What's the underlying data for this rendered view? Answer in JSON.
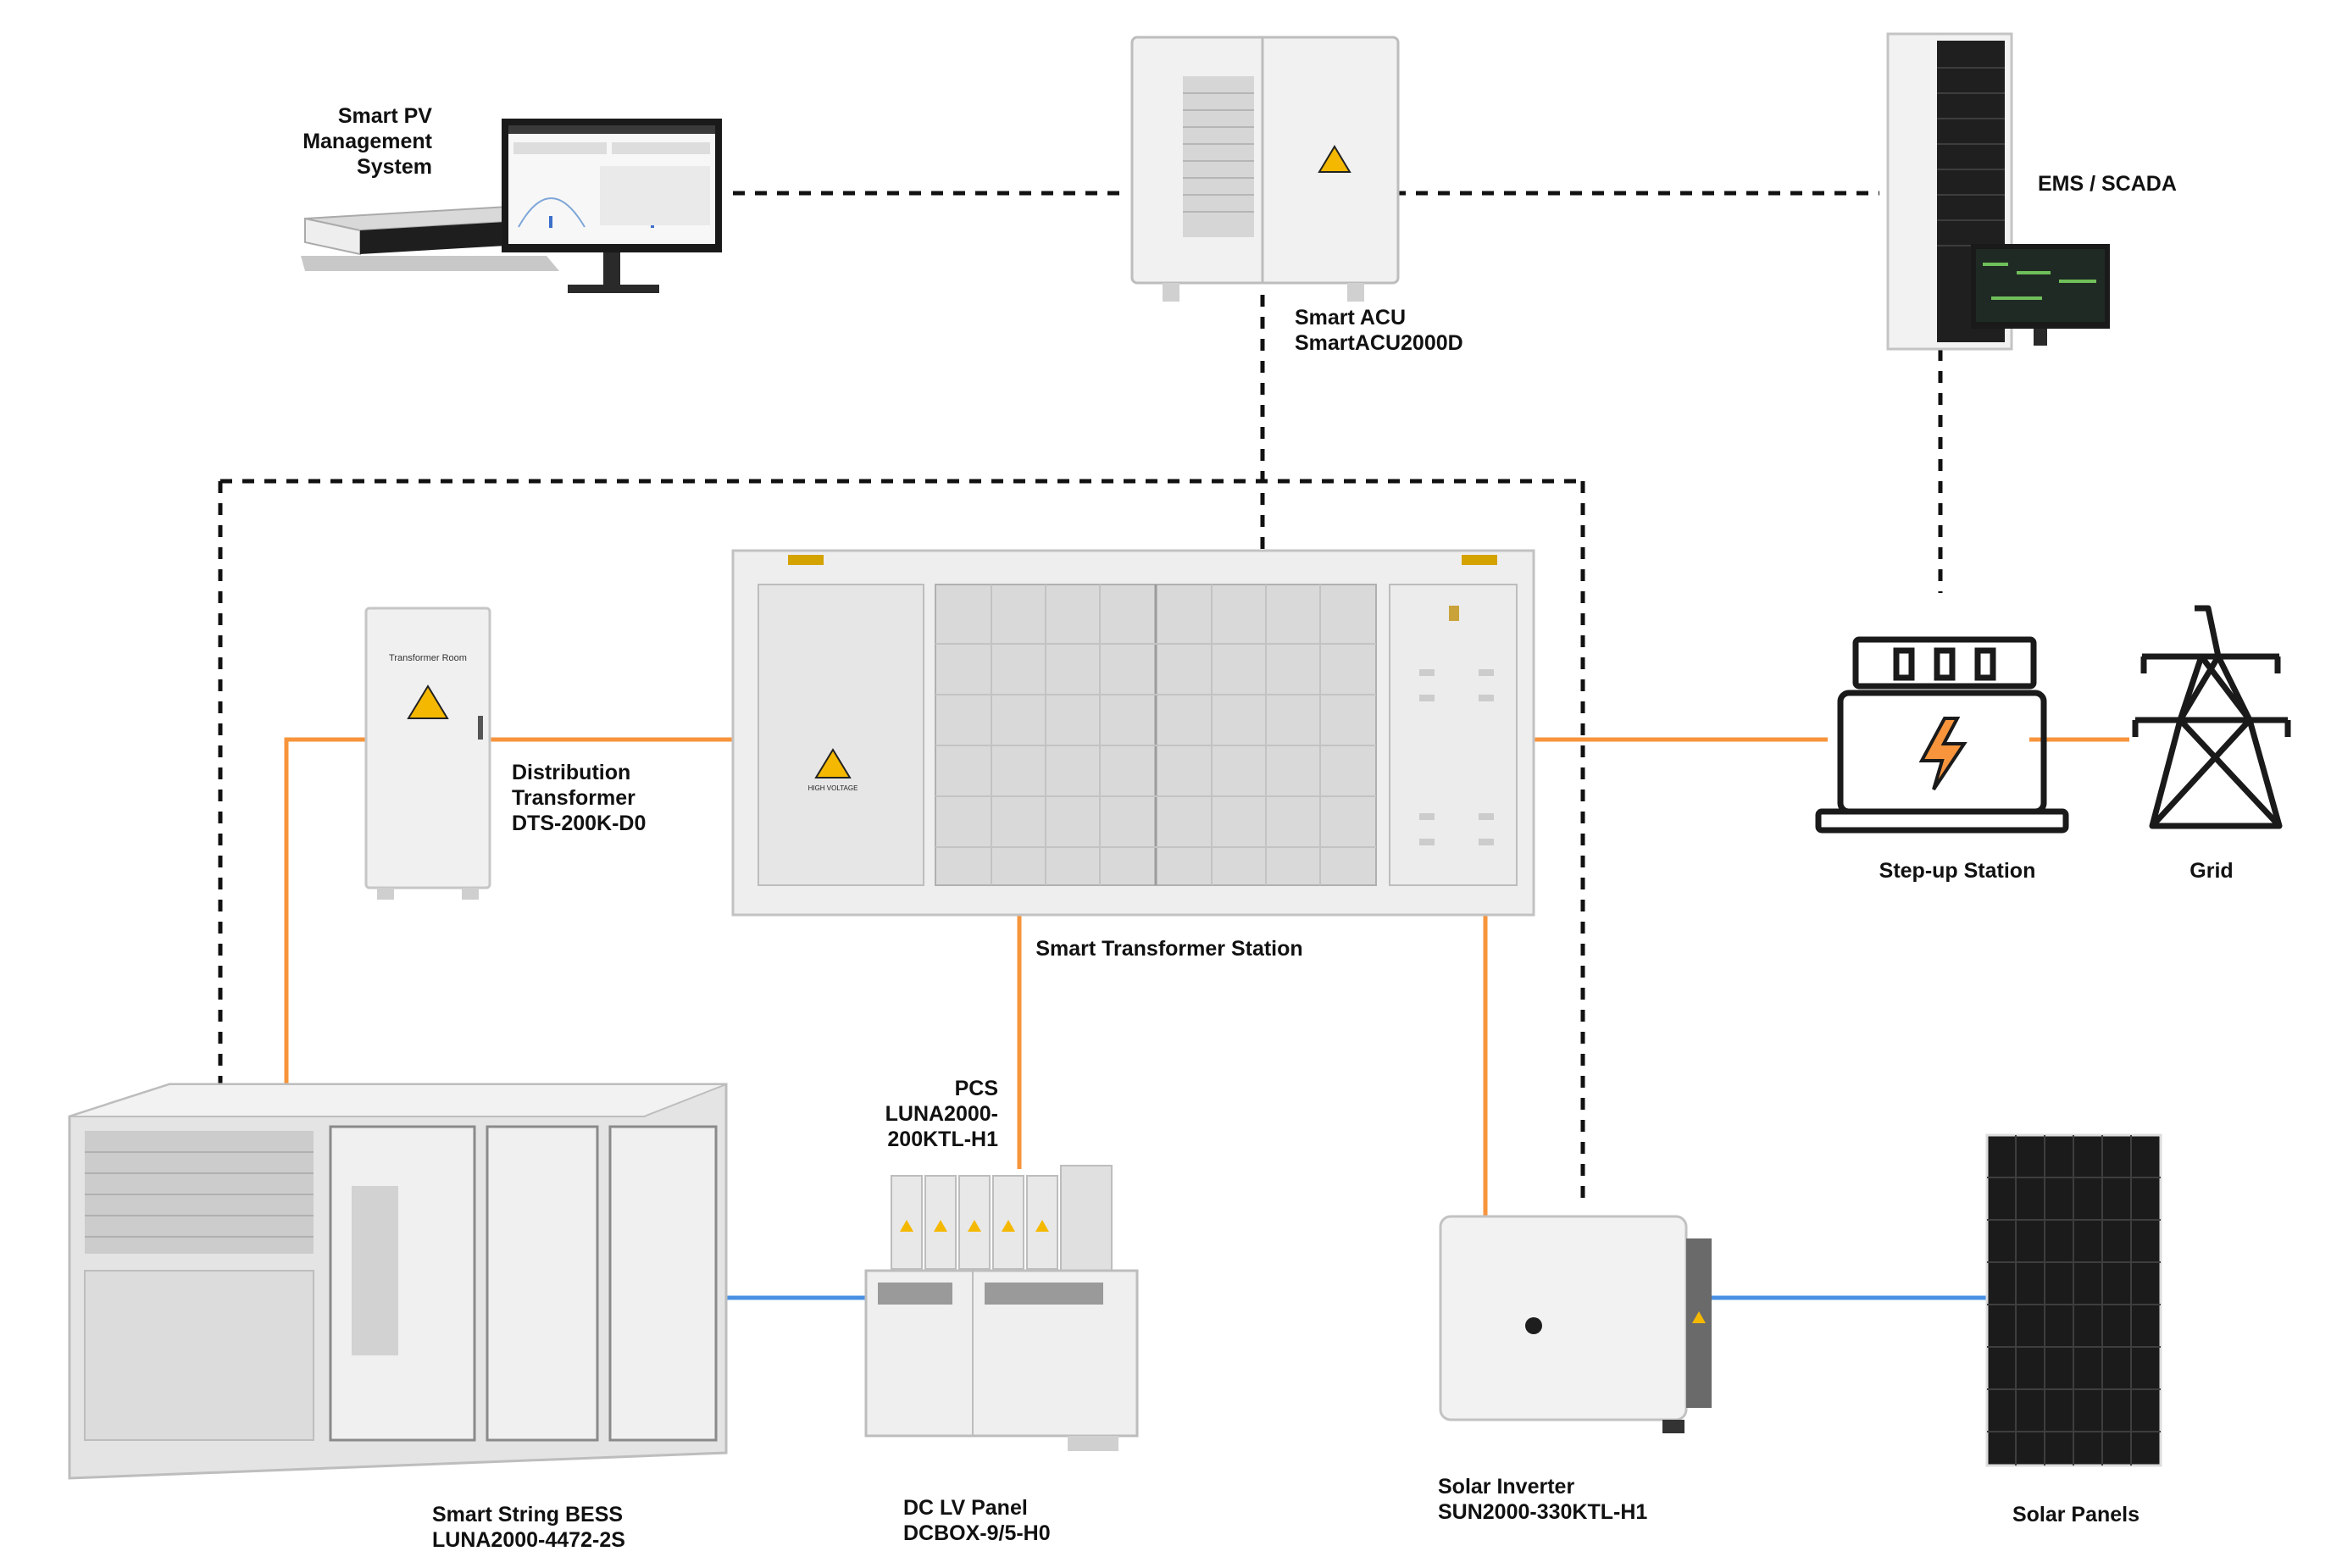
{
  "colors": {
    "ac_line": "#f7943c",
    "dc_line": "#4a90e2",
    "comm_line": "#111111",
    "warning": "#f5b800",
    "device_body": "#eeeeee",
    "device_edge": "#bbbbbb"
  },
  "nodes": {
    "pv_mgmt": {
      "line1": "Smart PV",
      "line2": "Management",
      "line3": "System",
      "icon": "server-with-monitor-icon"
    },
    "acu": {
      "line1": "Smart ACU",
      "line2": "SmartACU2000D",
      "icon": "cabinet-icon"
    },
    "ems": {
      "label": "EMS / SCADA",
      "icon": "server-rack-icon"
    },
    "dist_transformer": {
      "line1": "Distribution",
      "line2": "Transformer",
      "line3": "DTS-200K-D0",
      "cabinet_text": "Transformer Room",
      "icon": "cabinet-icon"
    },
    "transformer_station": {
      "label": "Smart Transformer Station",
      "sticker": "HIGH VOLTAGE",
      "icon": "container-icon"
    },
    "stepup": {
      "label": "Step-up Station",
      "icon": "transformer-icon"
    },
    "grid": {
      "label": "Grid",
      "icon": "power-tower-icon"
    },
    "bess": {
      "line1": "Smart String BESS",
      "line2": "LUNA2000-4472-2S",
      "icon": "battery-container-icon"
    },
    "pcs": {
      "line1": "PCS",
      "line2": "LUNA2000-",
      "line3": "200KTL-H1",
      "icon": "pcs-icon"
    },
    "dc_panel": {
      "line1": "DC LV Panel",
      "line2": "DCBOX-9/5-H0",
      "icon": "dc-panel-icon"
    },
    "inverter": {
      "line1": "Solar Inverter",
      "line2": "SUN2000-330KTL-H1",
      "icon": "inverter-icon"
    },
    "solar": {
      "label": "Solar Panels",
      "icon": "solar-panel-icon"
    }
  }
}
